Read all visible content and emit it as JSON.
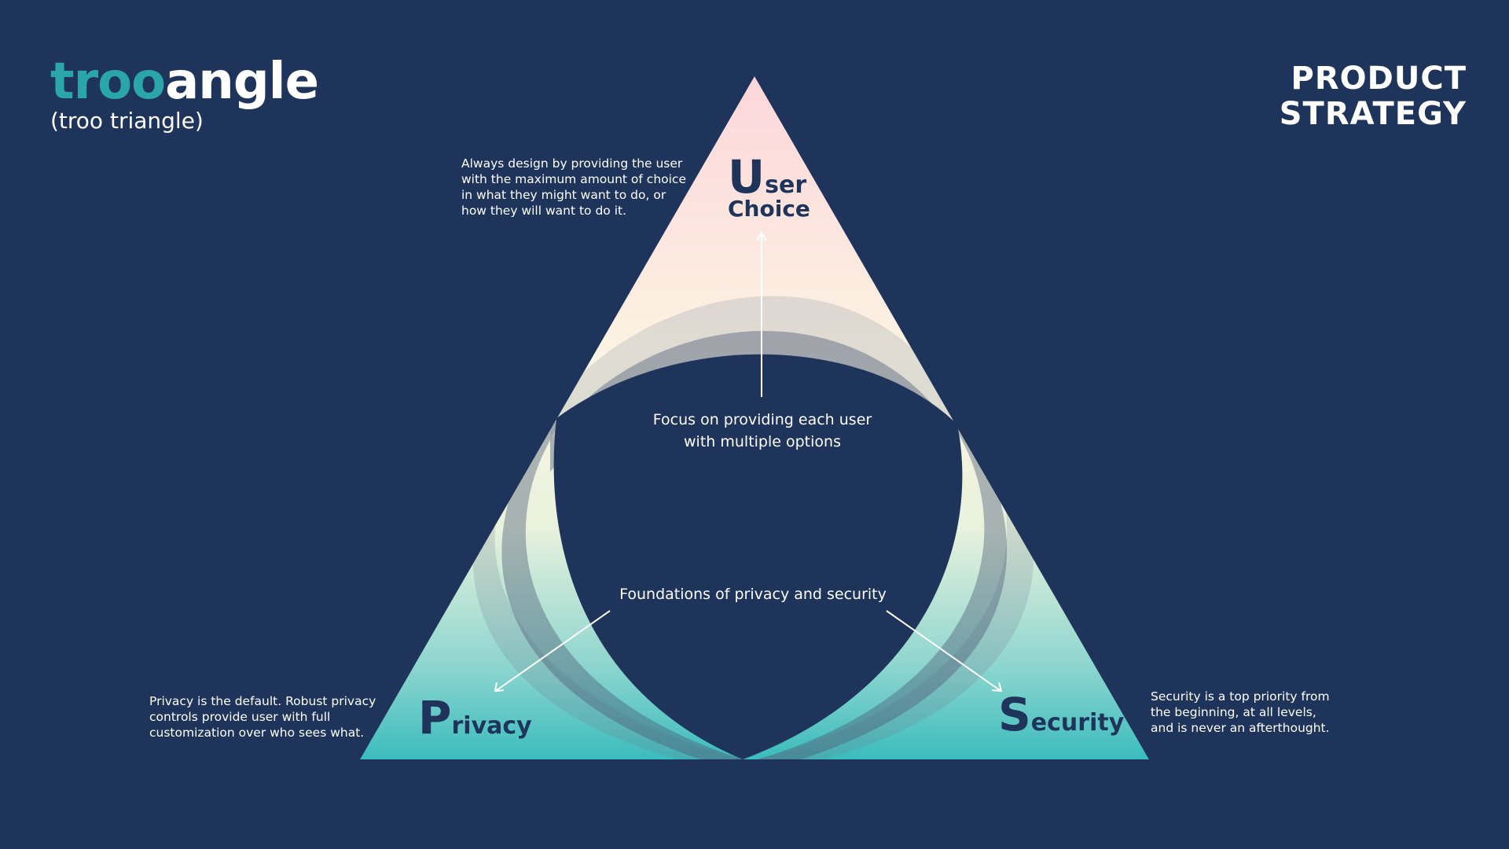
{
  "logo": {
    "accent_text": "troo",
    "main_text": "angle",
    "subtitle": "(troo triangle)"
  },
  "page_title": {
    "line1": "PRODUCT",
    "line2": "STRATEGY"
  },
  "corners": {
    "user_choice": {
      "initial": "U",
      "rest": "ser",
      "second_word": "Choice"
    },
    "privacy": {
      "initial": "P",
      "rest": "rivacy"
    },
    "security": {
      "initial": "S",
      "rest": "ecurity"
    }
  },
  "notes": {
    "user_choice": [
      "Always design by providing the user",
      "with the maximum amount of choice",
      "in what they might want to do, or",
      "how they will want to do it."
    ],
    "privacy": [
      "Privacy is the default. Robust privacy",
      "controls provide user with full",
      "customization over who sees what."
    ],
    "security": [
      "Security is a top priority from",
      "the beginning, at all levels,",
      "and is never an afterthought."
    ]
  },
  "center": {
    "focus": [
      "Focus on providing each user",
      "with multiple options"
    ],
    "foundations": "Foundations of privacy and security"
  },
  "colors": {
    "background": "#1e345a",
    "apex_pink": "#fdd9dc",
    "cream": "#fbf5e4",
    "teal": "#3cbcbd",
    "text_dark": "#1e345a",
    "logo_teal": "#2aa6a9"
  }
}
